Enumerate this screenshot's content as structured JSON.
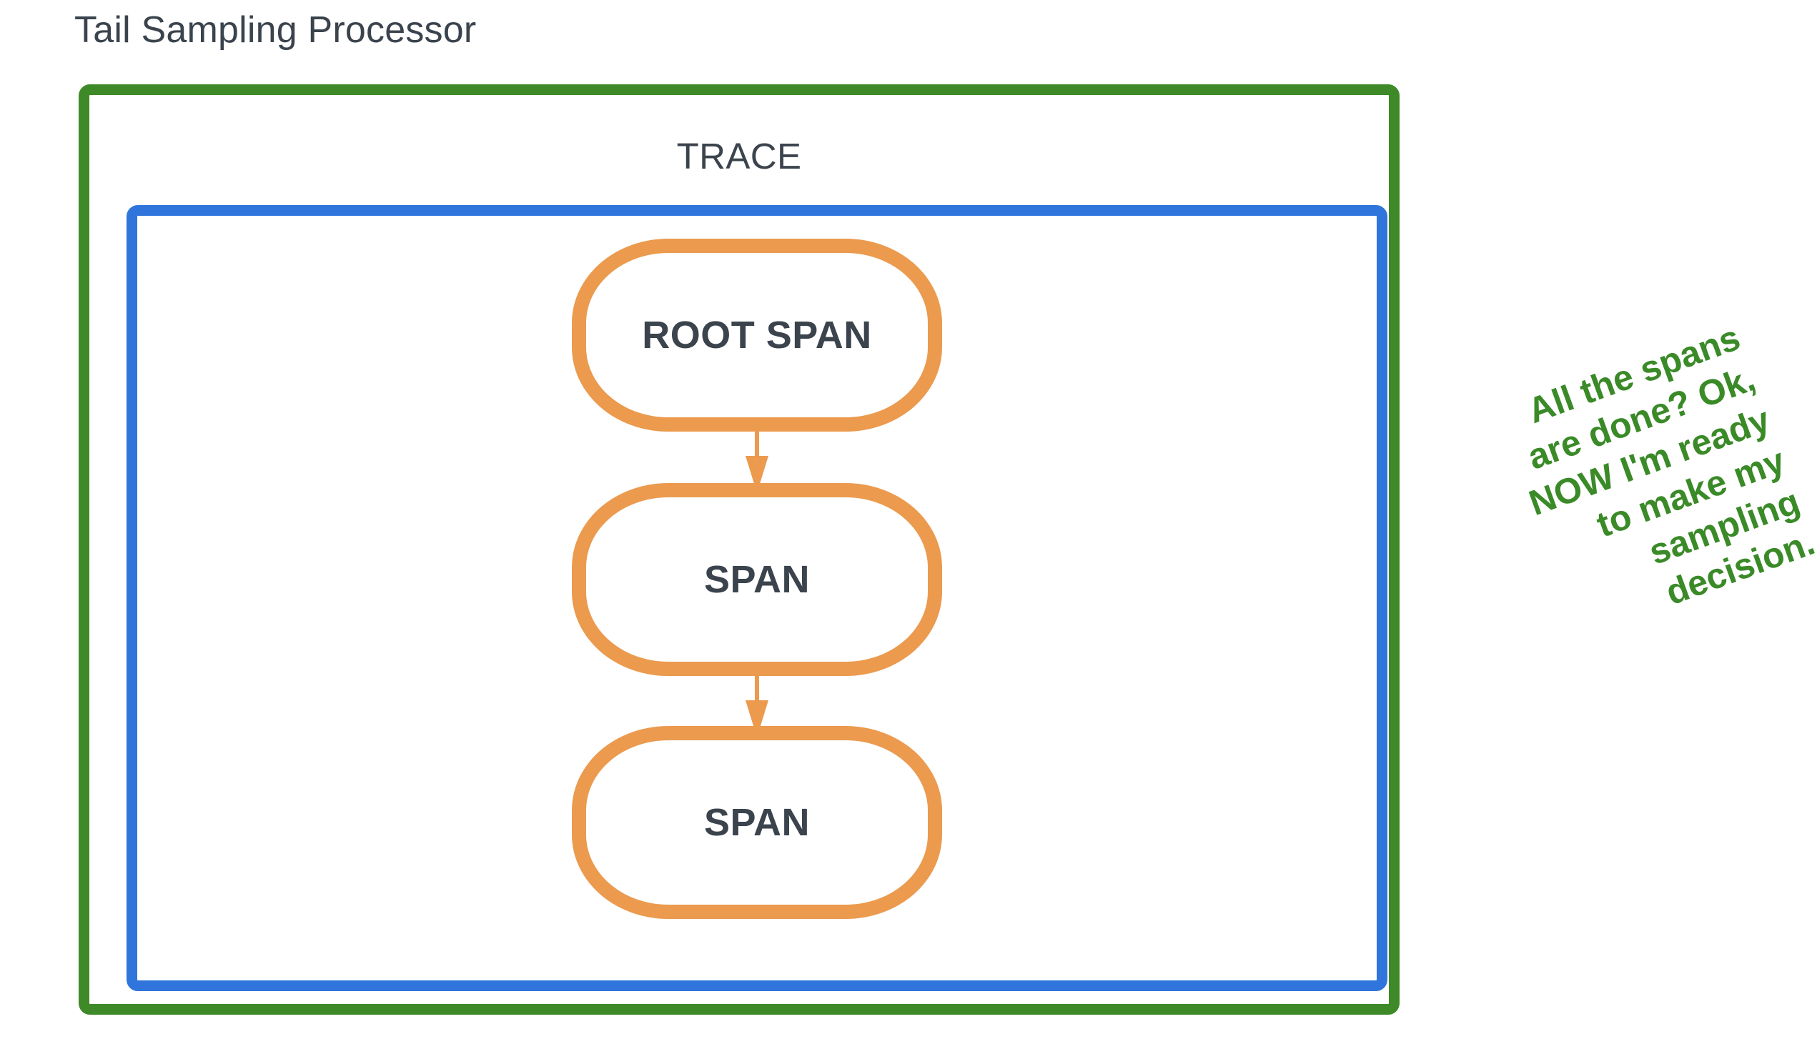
{
  "diagram": {
    "title": "Tail Sampling Processor",
    "outer_box": {
      "name": "tail-sampling-processor",
      "border_color": "#3e8a28"
    },
    "trace_label": "TRACE",
    "trace_box": {
      "name": "trace",
      "border_color": "#2f75dc"
    },
    "span_border_color": "#eb9a4e",
    "label_color": "#3b434d",
    "annotation_color": "#3a8a28",
    "nodes": [
      {
        "label": "ROOT SPAN"
      },
      {
        "label": "SPAN"
      },
      {
        "label": "SPAN"
      }
    ],
    "connectors": [
      {
        "from": "ROOT SPAN",
        "to": "SPAN",
        "direction": "down"
      },
      {
        "from": "SPAN",
        "to": "SPAN",
        "direction": "down"
      }
    ],
    "annotation": "All the spans\nare done? Ok,\nNOW I'm ready\nto make my\nsampling\ndecision."
  }
}
